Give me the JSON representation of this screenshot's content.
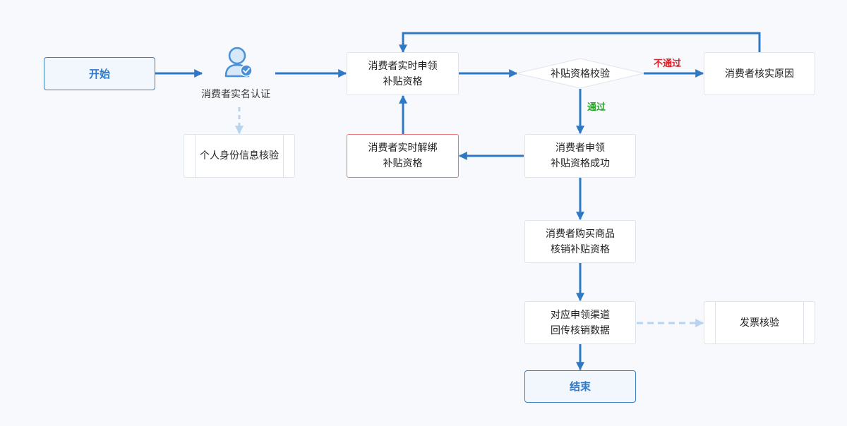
{
  "colors": {
    "line": "#2f78c4",
    "dashed_line": "#b8d3f0",
    "fail": "#d8232a",
    "pass": "#29a329",
    "terminal_border": "#3b7fc1",
    "terminal_text": "#2f78c4",
    "error_border": "#e4767a"
  },
  "nodes": {
    "start": "开始",
    "realname_auth": "消费者实名认证",
    "id_verify": "个人身份信息核验",
    "apply": "消费者实时申领\n补贴资格",
    "check": "补贴资格校验",
    "reason": "消费者核实原因",
    "unbind": "消费者实时解绑\n补贴资格",
    "apply_success": "消费者申领\n补贴资格成功",
    "purchase": "消费者购买商品\n核销补贴资格",
    "report": "对应申领渠道\n回传核销数据",
    "invoice": "发票核验",
    "end": "结束"
  },
  "edges": {
    "fail": "不通过",
    "pass": "通过"
  },
  "icons": {
    "auth": "user-verified-icon"
  }
}
